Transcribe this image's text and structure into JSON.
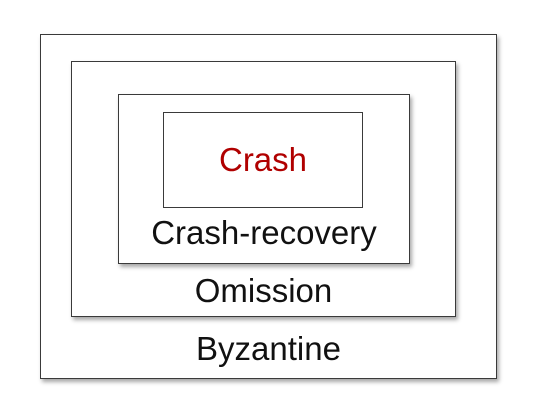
{
  "diagram": {
    "levels": [
      {
        "key": "byzantine",
        "label": "Byzantine",
        "color": "#111111"
      },
      {
        "key": "omission",
        "label": "Omission",
        "color": "#111111"
      },
      {
        "key": "crash_recovery",
        "label": "Crash-recovery",
        "color": "#111111"
      },
      {
        "key": "crash",
        "label": "Crash",
        "color": "#b00000"
      }
    ]
  }
}
